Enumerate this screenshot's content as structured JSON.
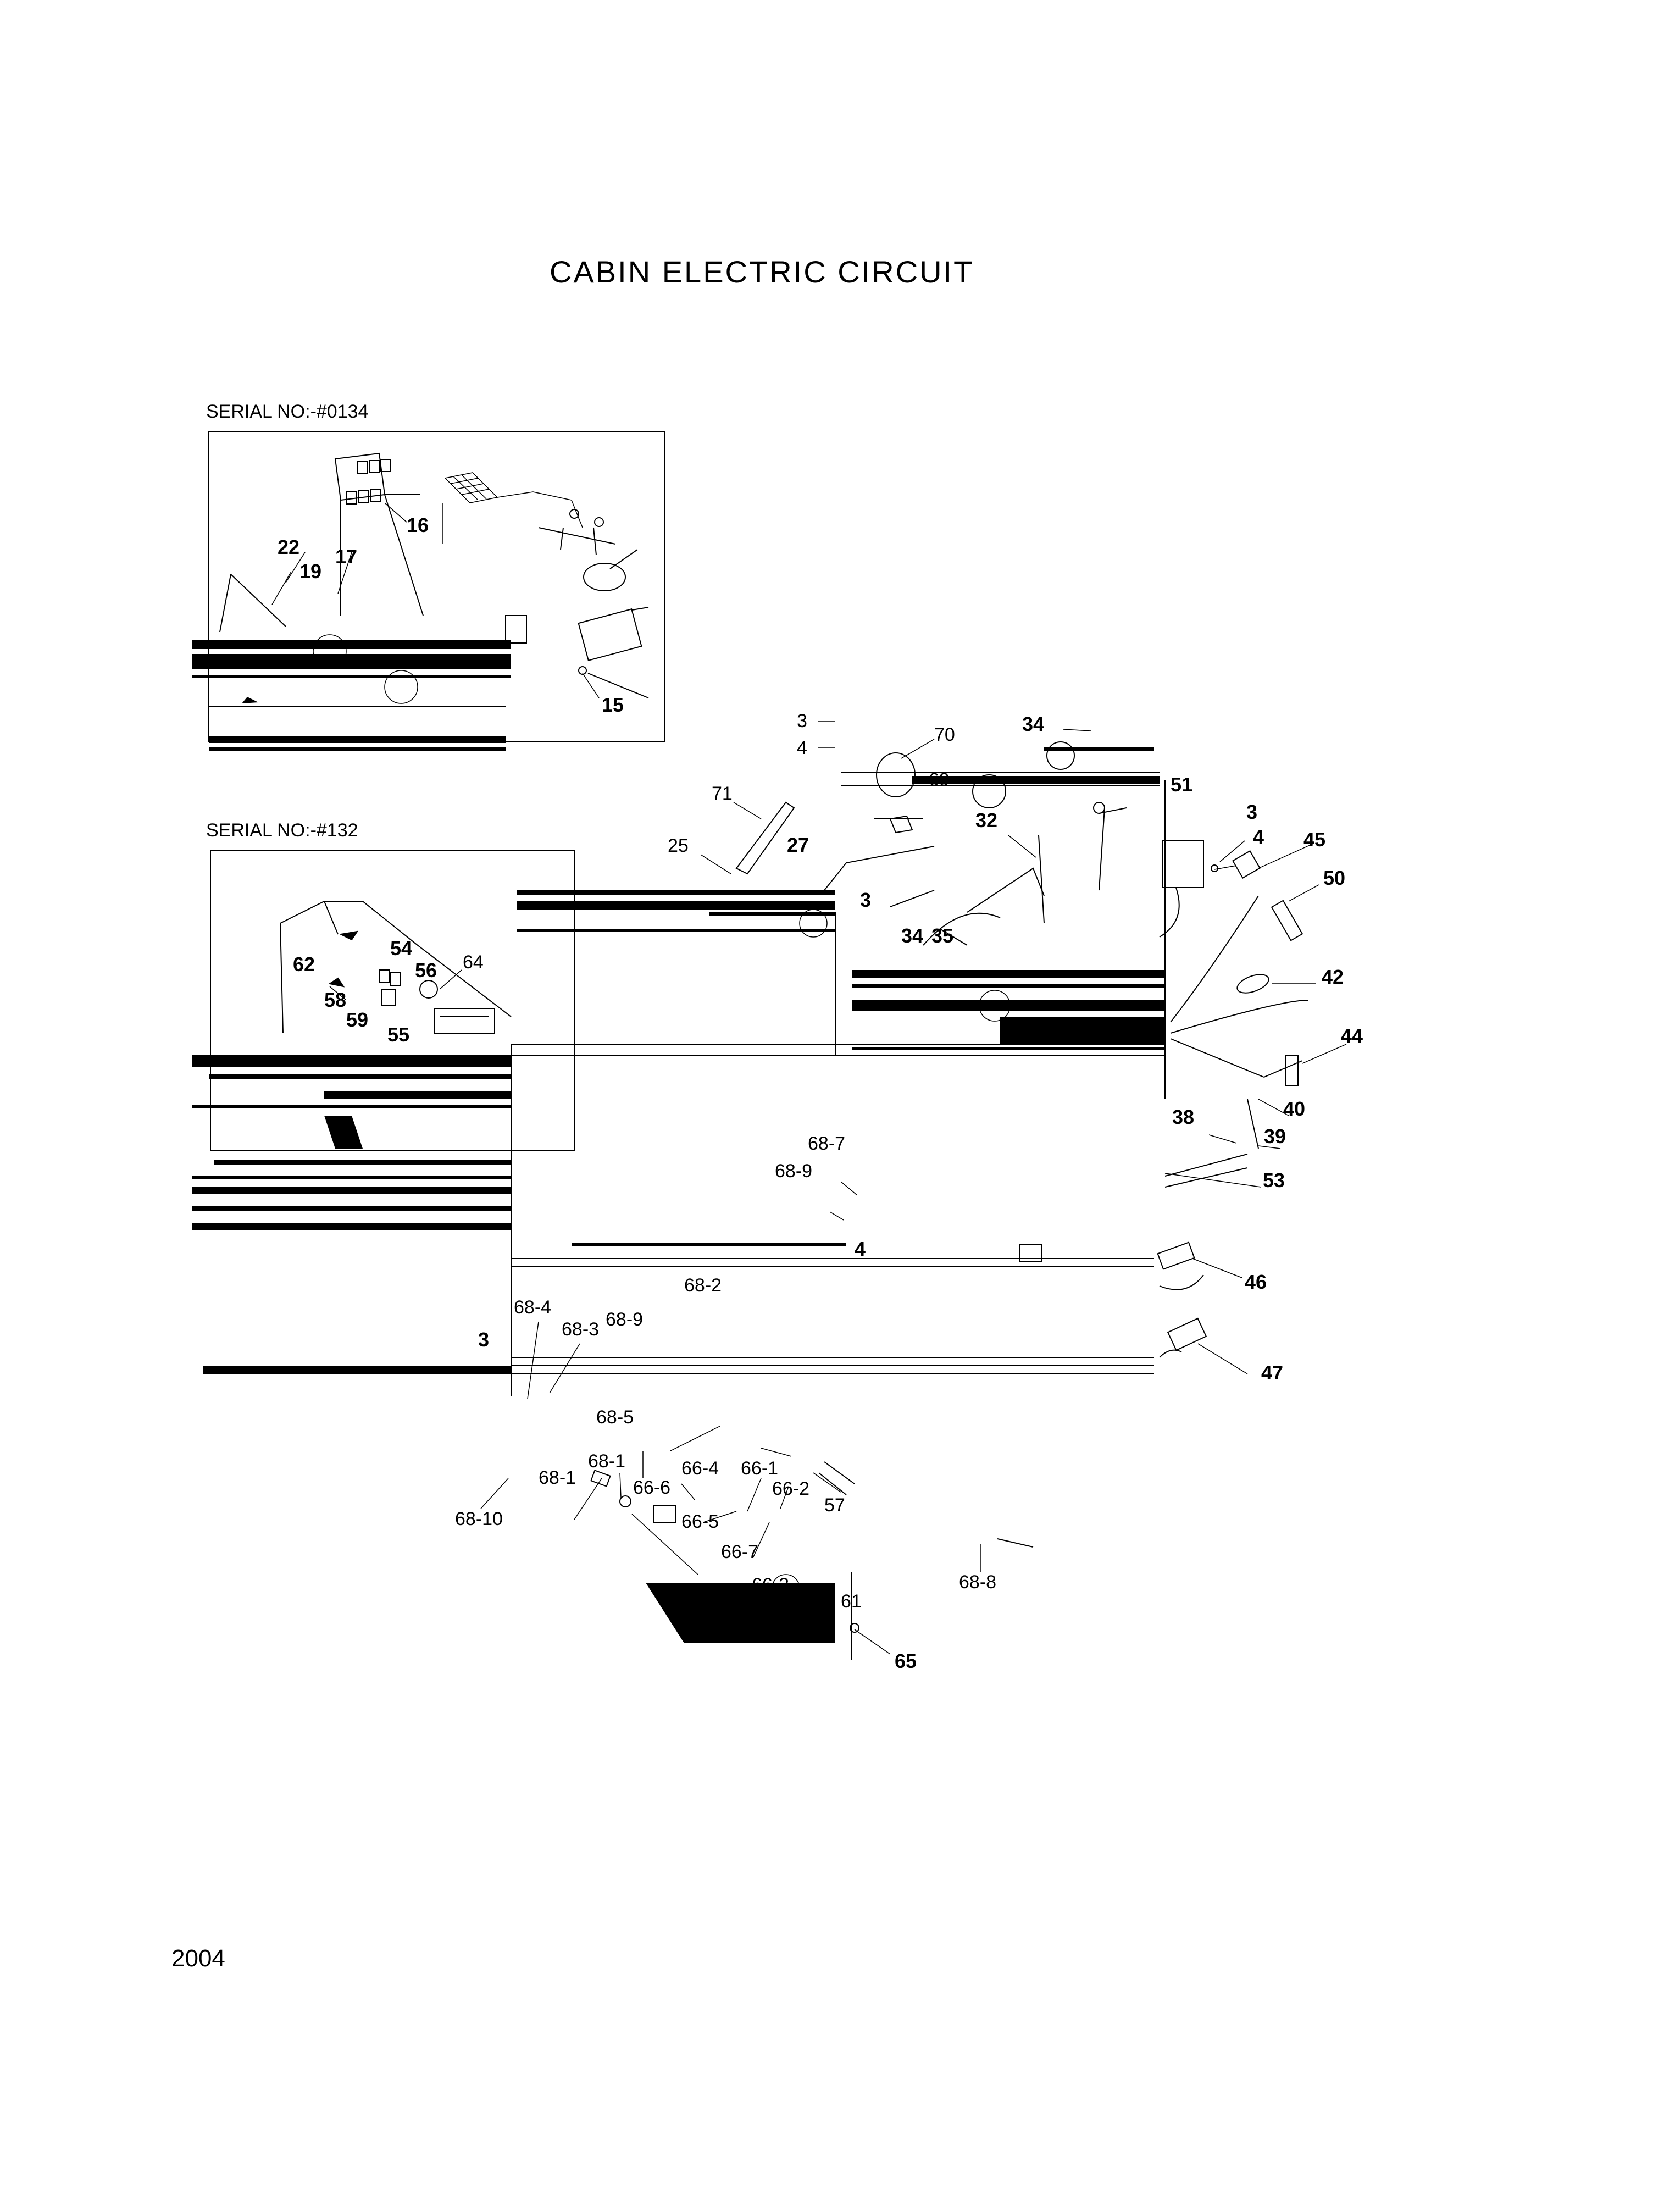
{
  "title": "CABIN  ELECTRIC CIRCUIT",
  "page_number": "2004",
  "insets": [
    {
      "serial_label": "SERIAL NO:-#0134",
      "callouts": [
        "22",
        "19",
        "17",
        "16",
        "15"
      ]
    },
    {
      "serial_label": "SERIAL NO:-#132",
      "callouts": [
        "62",
        "58",
        "59",
        "54",
        "56",
        "64",
        "55"
      ]
    }
  ],
  "callouts": {
    "c3a": "3",
    "c4a": "4",
    "c70": "70",
    "c34a": "34",
    "c69": "69",
    "c71": "71",
    "c25": "25",
    "c27": "27",
    "c32": "32",
    "c51": "51",
    "c3b": "3",
    "c4b": "4",
    "c45": "45",
    "c50": "50",
    "c33": "3",
    "c34b": "34",
    "c35": "35",
    "c42": "42",
    "c44": "44",
    "c40": "40",
    "c38": "38",
    "c39": "39",
    "c53": "53",
    "c68_7": "68-7",
    "c68_9a": "68-9",
    "c4c": "4",
    "c68_2": "68-2",
    "c46": "46",
    "c68_4": "68-4",
    "c68_3": "68-3",
    "c68_9b": "68-9",
    "c3c": "3",
    "c47": "47",
    "c68_5": "68-5",
    "c68_1a": "68-1",
    "c68_1b": "68-1",
    "c66_4": "66-4",
    "c66_1": "66-1",
    "c66_6": "66-6",
    "c66_2": "66-2",
    "c57": "57",
    "c68_10": "68-10",
    "c66_5": "66-5",
    "c66_7": "66-7",
    "c66_3": "66-3",
    "c61": "61",
    "c68_8": "68-8",
    "c65": "65"
  }
}
